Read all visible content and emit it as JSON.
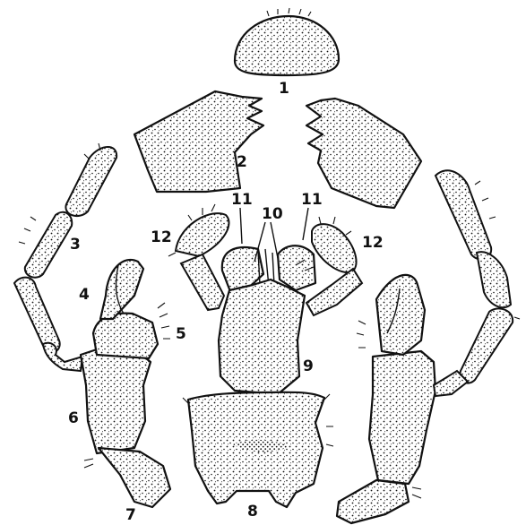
{
  "figure": {
    "labels": {
      "l1": "1",
      "l2": "2",
      "l3": "3",
      "l4": "4",
      "l5": "5",
      "l6": "6",
      "l7": "7",
      "l8": "8",
      "l9": "9",
      "l10": "10",
      "l11a": "11",
      "l11b": "11",
      "l12a": "12",
      "l12b": "12"
    },
    "colors": {
      "ink": "#111111",
      "paper": "#ffffff"
    }
  }
}
